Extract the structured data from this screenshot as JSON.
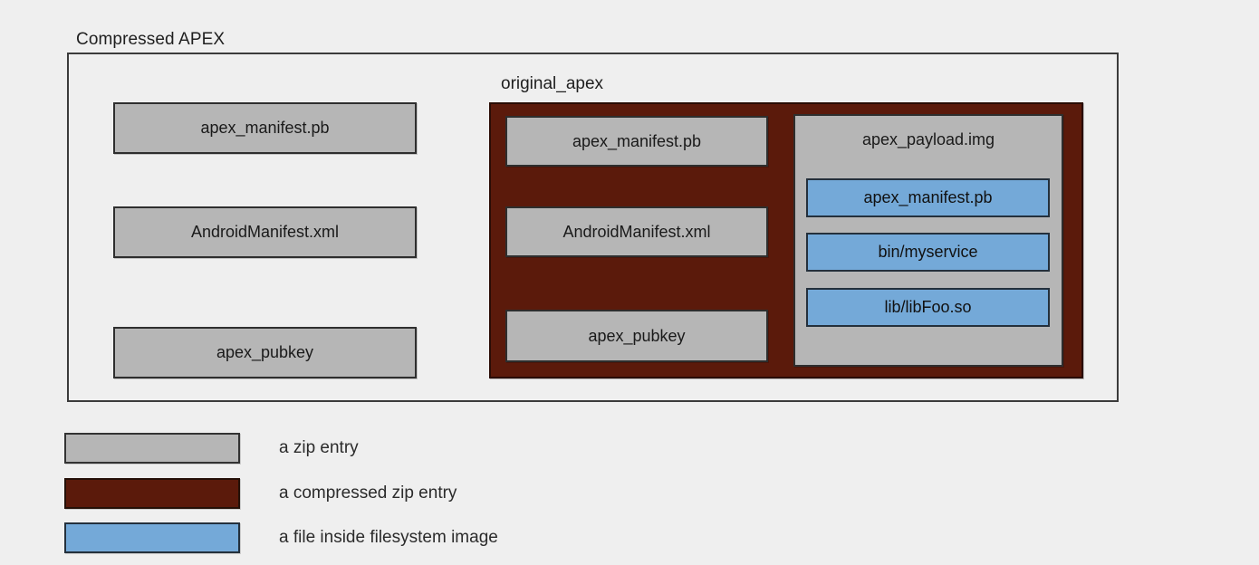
{
  "diagram": {
    "outer": {
      "label": "Compressed APEX",
      "left_column": [
        {
          "label": "apex_manifest.pb",
          "kind": "zip-entry"
        },
        {
          "label": "AndroidManifest.xml",
          "kind": "zip-entry"
        },
        {
          "label": "apex_pubkey",
          "kind": "zip-entry"
        }
      ]
    },
    "compressed_entry": {
      "label": "original_apex",
      "kind": "compressed-zip-entry",
      "entries": [
        {
          "label": "apex_manifest.pb",
          "kind": "zip-entry"
        },
        {
          "label": "AndroidManifest.xml",
          "kind": "zip-entry"
        },
        {
          "label": "apex_pubkey",
          "kind": "zip-entry"
        }
      ],
      "payload": {
        "label": "apex_payload.img",
        "kind": "zip-entry",
        "files": [
          {
            "label": "apex_manifest.pb",
            "kind": "fs-file"
          },
          {
            "label": "bin/myservice",
            "kind": "fs-file"
          },
          {
            "label": "lib/libFoo.so",
            "kind": "fs-file"
          }
        ]
      }
    },
    "legend": [
      {
        "label": "a zip entry",
        "color": "#b6b6b6"
      },
      {
        "label": "a compressed zip entry",
        "color": "#5b1a0b"
      },
      {
        "label": "a file inside filesystem image",
        "color": "#74a9d8"
      }
    ],
    "colors": {
      "background": "#efefef",
      "zip_entry": "#b6b6b6",
      "compressed_zip_entry": "#5b1a0b",
      "filesystem_file": "#74a9d8",
      "stroke": "#2e2e2e"
    }
  }
}
